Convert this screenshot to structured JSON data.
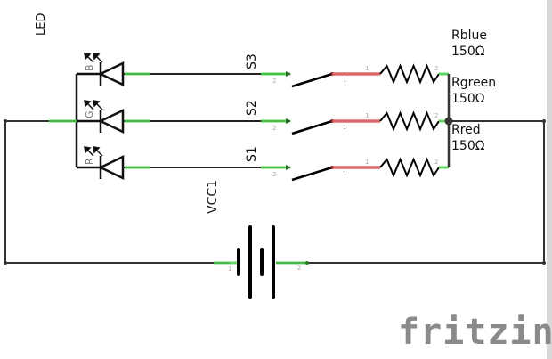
{
  "schematic": {
    "led": {
      "label": "LED",
      "channels": [
        "B",
        "G",
        "R"
      ]
    },
    "switches": [
      {
        "label": "S3",
        "pin_in": "2",
        "pin_out": "1"
      },
      {
        "label": "S2",
        "pin_in": "2",
        "pin_out": "1"
      },
      {
        "label": "S1",
        "pin_in": "2",
        "pin_out": "1"
      }
    ],
    "resistors": [
      {
        "name": "Rblue",
        "value": "150Ω",
        "pin1": "1",
        "pin2": "2"
      },
      {
        "name": "Rgreen",
        "value": "150Ω",
        "pin1": "1",
        "pin2": "2"
      },
      {
        "name": "Rred",
        "value": "150Ω",
        "pin1": "1",
        "pin2": "2"
      }
    ],
    "battery": {
      "label": "VCC1",
      "pin_left": "1",
      "pin_right": "2"
    },
    "colors": {
      "wire": "#333333",
      "pin_ok": "#4cd04c",
      "pin_unrouted": "#d85a5a",
      "symbol": "#000000"
    }
  },
  "branding": {
    "logo": "fritzing"
  }
}
